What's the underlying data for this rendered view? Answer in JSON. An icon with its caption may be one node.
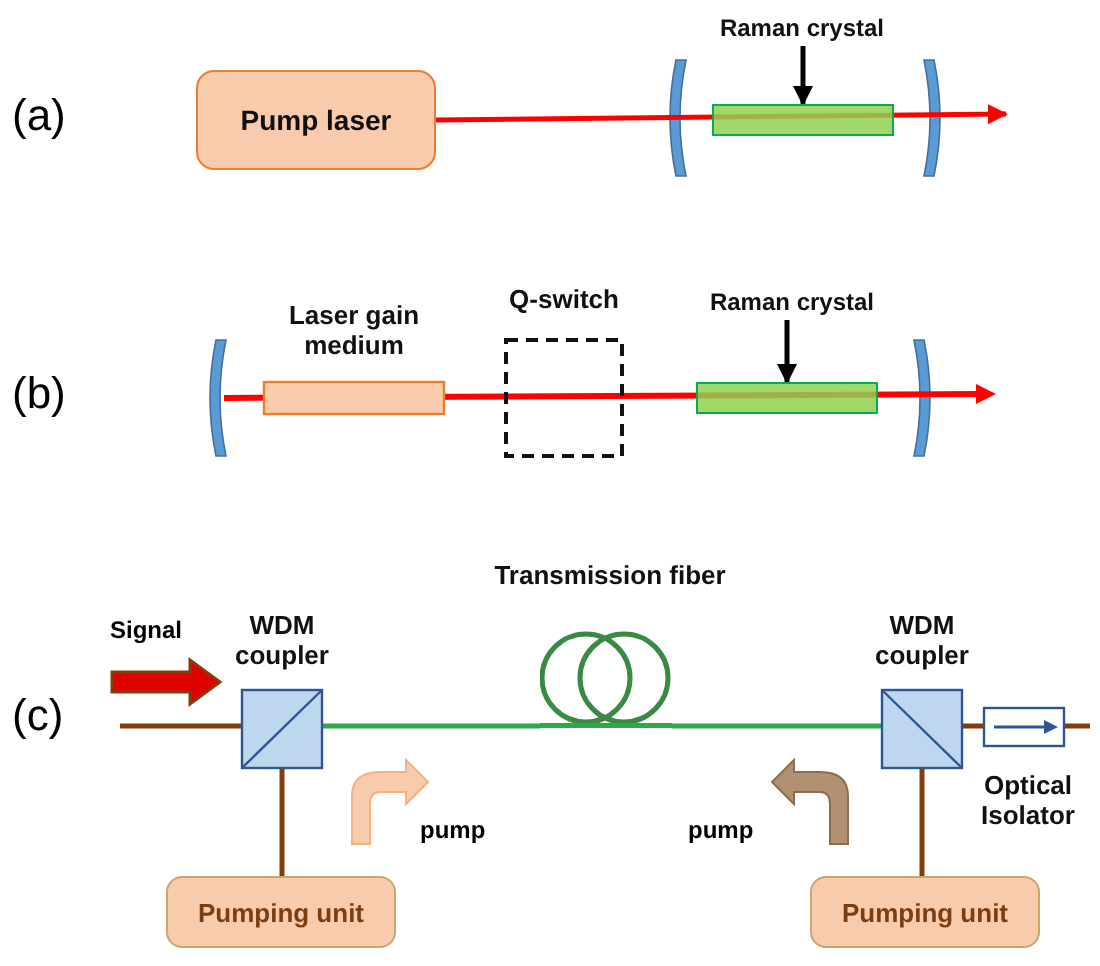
{
  "diagram": {
    "nodes": [
      {
        "text": [
          "Pump laser"
        ]
      },
      {
        "text": [
          "Raman crystal"
        ]
      },
      {
        "text": [],
        "shape": "bar"
      },
      {
        "text": [
          "Laser gain medium"
        ]
      },
      {
        "text": [
          "Q-switch"
        ]
      },
      {
        "text": [
          "Raman crystal"
        ]
      },
      {
        "text": [],
        "shape": "bar"
      },
      {
        "text": [
          "WDM coupler"
        ]
      },
      {
        "text": [
          "Transmission fiber"
        ]
      },
      {
        "text": [
          "WDM coupler"
        ]
      },
      {
        "text": [
          "Optical Isolator"
        ]
      },
      {
        "text": [
          "Pumping unit"
        ]
      },
      {
        "text": [
          "Pumping unit"
        ]
      }
    ],
    "edges": [
      {
        "from": 0,
        "to": null,
        "arrow": "to",
        "color": "#ff0000"
      },
      {
        "from": 1,
        "to": 2,
        "arrow": "to",
        "color": "#000000"
      },
      {
        "from": 5,
        "to": 6,
        "arrow": "to",
        "color": "#000000"
      },
      {
        "from": null,
        "to": 7,
        "arrow": "none",
        "color": "#843c0c"
      },
      {
        "from": 7,
        "to": 8,
        "arrow": "none",
        "color": "#2ea84a"
      },
      {
        "from": 8,
        "to": 9,
        "arrow": "none",
        "color": "#2ea84a"
      },
      {
        "from": 9,
        "to": 10,
        "arrow": "none",
        "color": "#843c0c"
      },
      {
        "from": 10,
        "to": null,
        "arrow": "none",
        "color": "#843c0c"
      },
      {
        "from": 11,
        "to": 7,
        "arrow": "none",
        "color": "#843c0c"
      },
      {
        "from": 12,
        "to": 9,
        "arrow": "none",
        "color": "#843c0c"
      }
    ],
    "labels": [
      "(a)",
      "(b)",
      "Signal",
      "(c)",
      "pump",
      "pump"
    ]
  }
}
